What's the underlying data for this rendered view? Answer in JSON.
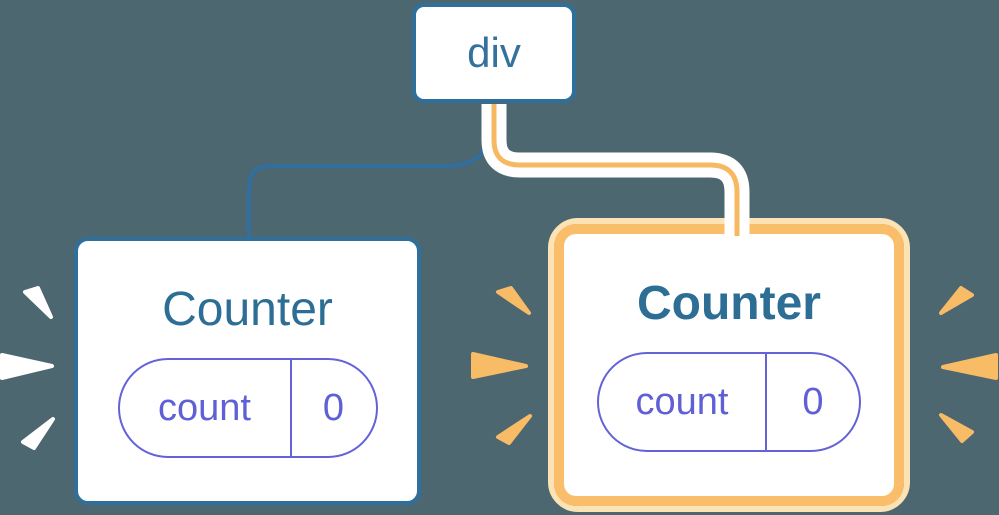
{
  "diagram": {
    "description": "React render tree: div root with two Counter children, right one highlighted",
    "root": {
      "label": "div"
    },
    "children": [
      {
        "title": "Counter",
        "state": {
          "key": "count",
          "value": "0"
        },
        "highlighted": false
      },
      {
        "title": "Counter",
        "state": {
          "key": "count",
          "value": "0"
        },
        "highlighted": true
      }
    ],
    "colors": {
      "background": "#4c6770",
      "blue_border": "#2f6f9b",
      "blue_line": "#316f9e",
      "title_text": "#2d6e95",
      "purple_pill": "#6060d6",
      "orange_line": "#f7b862",
      "orange_border": "#fabd69",
      "orange_glow": "#fce3b6",
      "sparkle_orange": "#f8bc67",
      "sparkle_white": "#ffffff"
    }
  }
}
